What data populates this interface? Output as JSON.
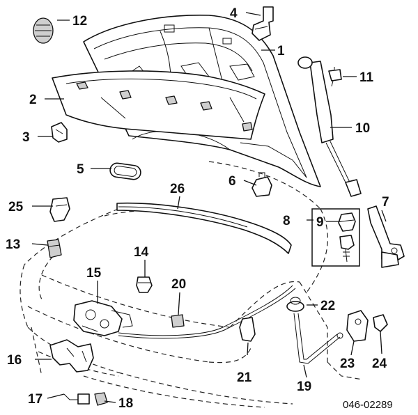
{
  "diagram": {
    "callouts": {
      "p1": "1",
      "p2": "2",
      "p3": "3",
      "p4": "4",
      "p5": "5",
      "p6": "6",
      "p7": "7",
      "p8": "8",
      "p9": "9",
      "p10": "10",
      "p11": "11",
      "p12": "12",
      "p13": "13",
      "p14": "14",
      "p15": "15",
      "p16": "16",
      "p17": "17",
      "p18": "18",
      "p19": "19",
      "p20": "20",
      "p21": "21",
      "p22": "22",
      "p23": "23",
      "p24": "24",
      "p25": "25",
      "p26": "26"
    },
    "reference_code": "046-02289"
  }
}
